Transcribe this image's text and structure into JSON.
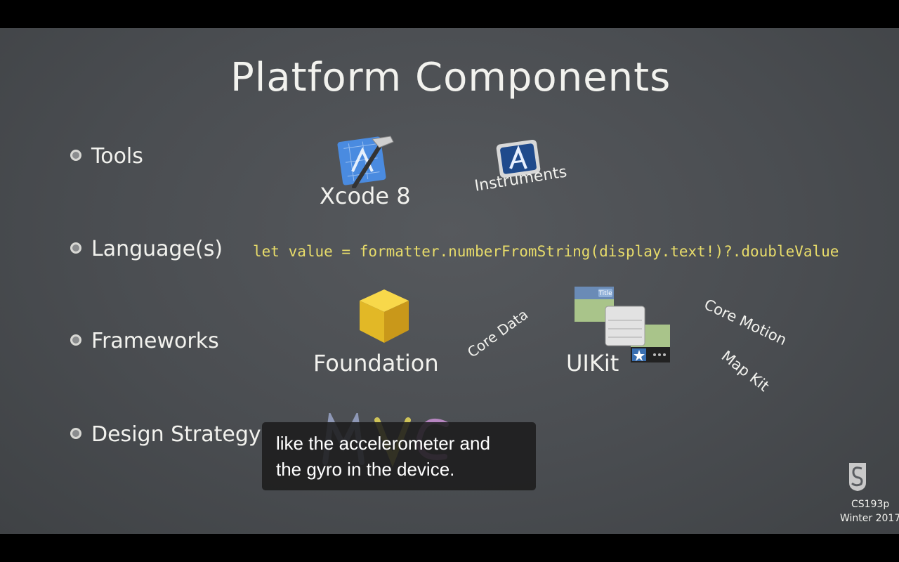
{
  "slide": {
    "title": "Platform Components",
    "bullets": [
      {
        "label": "Tools"
      },
      {
        "label": "Language(s)"
      },
      {
        "label": "Frameworks"
      },
      {
        "label": "Design Strategy"
      }
    ],
    "tools": {
      "xcode_label": "Xcode 8",
      "instruments_label": "Instruments"
    },
    "language_code": "let value = formatter.numberFromString(display.text!)?.doubleValue",
    "frameworks": {
      "foundation_label": "Foundation",
      "core_data_label": "Core Data",
      "uikit_label": "UIKit",
      "core_motion_label": "Core Motion",
      "map_kit_label": "Map Kit",
      "uikit_nav_title": "Title"
    },
    "design_strategy_art": "MVC",
    "course": {
      "line1": "CS193p",
      "line2": "Winter 2017"
    }
  },
  "caption": {
    "line1": "like the accelerometer and",
    "line2": "the gyro in the device."
  },
  "colors": {
    "background": "#4c4f53",
    "chalk": "#f2f2ee",
    "code": "#e8dc6a",
    "caption_bg": "#1c1c1c"
  }
}
